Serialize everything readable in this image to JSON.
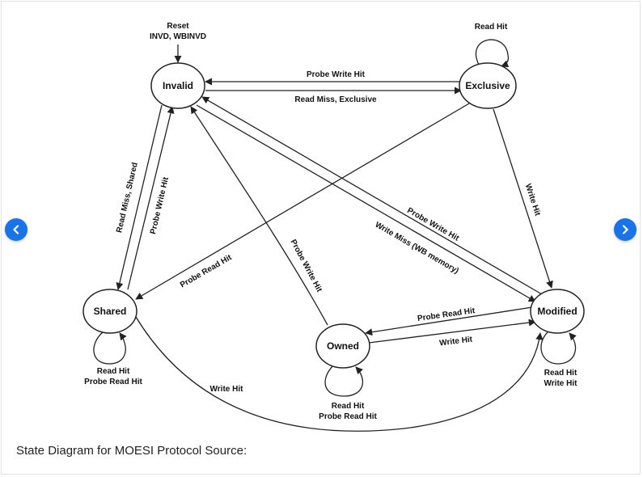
{
  "caption": "State Diagram for MOESI Protocol Source:",
  "nav": {
    "prev_icon": "chevron-left-icon",
    "next_icon": "chevron-right-icon",
    "color": "#1a73e8"
  },
  "states": {
    "invalid": "Invalid",
    "exclusive": "Exclusive",
    "shared": "Shared",
    "owned": "Owned",
    "modified": "Modified"
  },
  "transitions": {
    "reset_line1": "Reset",
    "reset_line2": "INVD, WBINVD",
    "exclusive_self": "Read Hit",
    "exclusive_to_invalid": "Probe Write Hit",
    "invalid_to_exclusive": "Read Miss, Exclusive",
    "invalid_to_shared": "Read Miss, Shared",
    "shared_to_invalid": "Probe Write Hit",
    "exclusive_to_shared": "Probe Read Hit",
    "owned_to_invalid": "Probe Write Hit",
    "modified_to_invalid": "Probe Write Hit",
    "invalid_to_modified": "Write Miss (WB memory)",
    "exclusive_to_modified": "Write Hit",
    "modified_to_owned": "Probe Read Hit",
    "owned_to_modified": "Write Hit",
    "shared_to_modified": "Write Hit",
    "shared_self_1": "Read Hit",
    "shared_self_2": "Probe Read Hit",
    "owned_self_1": "Read Hit",
    "owned_self_2": "Probe Read Hit",
    "modified_self_1": "Read Hit",
    "modified_self_2": "Write Hit"
  }
}
